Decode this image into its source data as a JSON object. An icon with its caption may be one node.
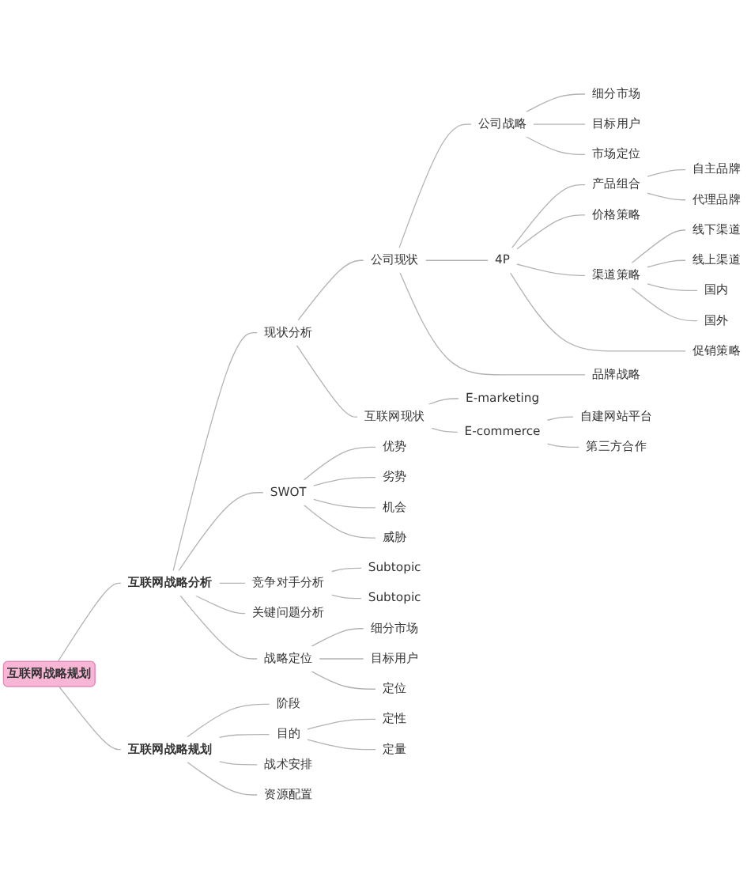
{
  "diagram": {
    "nodes": [
      {
        "text": [
          "互联网战略规划"
        ]
      },
      {
        "text": [
          "互联网战略分析"
        ]
      },
      {
        "text": [
          "现状分析"
        ]
      },
      {
        "text": [
          "公司现状"
        ]
      },
      {
        "text": [
          "公司战略"
        ]
      },
      {
        "text": [
          "细分市场"
        ]
      },
      {
        "text": [
          "目标用户"
        ]
      },
      {
        "text": [
          "市场定位"
        ]
      },
      {
        "text": [
          "4P"
        ]
      },
      {
        "text": [
          "产品组合"
        ]
      },
      {
        "text": [
          "自主品牌"
        ]
      },
      {
        "text": [
          "代理品牌"
        ]
      },
      {
        "text": [
          "价格策略"
        ]
      },
      {
        "text": [
          "渠道策略"
        ]
      },
      {
        "text": [
          "线下渠道"
        ]
      },
      {
        "text": [
          "线上渠道"
        ]
      },
      {
        "text": [
          "国内"
        ]
      },
      {
        "text": [
          "国外"
        ]
      },
      {
        "text": [
          "促销策略"
        ]
      },
      {
        "text": [
          "品牌战略"
        ]
      },
      {
        "text": [
          "互联网现状"
        ]
      },
      {
        "text": [
          "E-marketing"
        ]
      },
      {
        "text": [
          "E-commerce"
        ]
      },
      {
        "text": [
          "自建网站平台"
        ]
      },
      {
        "text": [
          "第三方合作"
        ]
      },
      {
        "text": [
          "SWOT"
        ]
      },
      {
        "text": [
          "优势"
        ]
      },
      {
        "text": [
          "劣势"
        ]
      },
      {
        "text": [
          "机会"
        ]
      },
      {
        "text": [
          "威胁"
        ]
      },
      {
        "text": [
          "竞争对手分析"
        ]
      },
      {
        "text": [
          "Subtopic"
        ]
      },
      {
        "text": [
          "Subtopic"
        ]
      },
      {
        "text": [
          "关键问题分析"
        ]
      },
      {
        "text": [
          "战略定位"
        ]
      },
      {
        "text": [
          "细分市场"
        ]
      },
      {
        "text": [
          "目标用户"
        ]
      },
      {
        "text": [
          "定位"
        ]
      },
      {
        "text": [
          "互联网战略规划"
        ]
      },
      {
        "text": [
          "阶段"
        ]
      },
      {
        "text": [
          "目的"
        ]
      },
      {
        "text": [
          "定性"
        ]
      },
      {
        "text": [
          "定量"
        ]
      },
      {
        "text": [
          "战术安排"
        ]
      },
      {
        "text": [
          "资源配置"
        ]
      }
    ],
    "edges": [
      {
        "from": 0,
        "to": 1,
        "arrow": "none"
      },
      {
        "from": 1,
        "to": 2,
        "arrow": "none"
      },
      {
        "from": 2,
        "to": 3,
        "arrow": "none"
      },
      {
        "from": 3,
        "to": 4,
        "arrow": "none"
      },
      {
        "from": 4,
        "to": 5,
        "arrow": "none"
      },
      {
        "from": 4,
        "to": 6,
        "arrow": "none"
      },
      {
        "from": 4,
        "to": 7,
        "arrow": "none"
      },
      {
        "from": 3,
        "to": 8,
        "arrow": "none"
      },
      {
        "from": 8,
        "to": 9,
        "arrow": "none"
      },
      {
        "from": 9,
        "to": 10,
        "arrow": "none"
      },
      {
        "from": 9,
        "to": 11,
        "arrow": "none"
      },
      {
        "from": 8,
        "to": 12,
        "arrow": "none"
      },
      {
        "from": 8,
        "to": 13,
        "arrow": "none"
      },
      {
        "from": 13,
        "to": 14,
        "arrow": "none"
      },
      {
        "from": 13,
        "to": 15,
        "arrow": "none"
      },
      {
        "from": 13,
        "to": 16,
        "arrow": "none"
      },
      {
        "from": 13,
        "to": 17,
        "arrow": "none"
      },
      {
        "from": 8,
        "to": 18,
        "arrow": "none"
      },
      {
        "from": 3,
        "to": 19,
        "arrow": "none"
      },
      {
        "from": 2,
        "to": 20,
        "arrow": "none"
      },
      {
        "from": 20,
        "to": 21,
        "arrow": "none"
      },
      {
        "from": 20,
        "to": 22,
        "arrow": "none"
      },
      {
        "from": 22,
        "to": 23,
        "arrow": "none"
      },
      {
        "from": 22,
        "to": 24,
        "arrow": "none"
      },
      {
        "from": 1,
        "to": 25,
        "arrow": "none"
      },
      {
        "from": 25,
        "to": 26,
        "arrow": "none"
      },
      {
        "from": 25,
        "to": 27,
        "arrow": "none"
      },
      {
        "from": 25,
        "to": 28,
        "arrow": "none"
      },
      {
        "from": 25,
        "to": 29,
        "arrow": "none"
      },
      {
        "from": 1,
        "to": 30,
        "arrow": "none"
      },
      {
        "from": 30,
        "to": 31,
        "arrow": "none"
      },
      {
        "from": 30,
        "to": 32,
        "arrow": "none"
      },
      {
        "from": 1,
        "to": 33,
        "arrow": "none"
      },
      {
        "from": 1,
        "to": 34,
        "arrow": "none"
      },
      {
        "from": 34,
        "to": 35,
        "arrow": "none"
      },
      {
        "from": 34,
        "to": 36,
        "arrow": "none"
      },
      {
        "from": 34,
        "to": 37,
        "arrow": "none"
      },
      {
        "from": 0,
        "to": 38,
        "arrow": "none"
      },
      {
        "from": 38,
        "to": 39,
        "arrow": "none"
      },
      {
        "from": 38,
        "to": 40,
        "arrow": "none"
      },
      {
        "from": 40,
        "to": 41,
        "arrow": "none"
      },
      {
        "from": 40,
        "to": 42,
        "arrow": "none"
      },
      {
        "from": 38,
        "to": 43,
        "arrow": "none"
      },
      {
        "from": 38,
        "to": 44,
        "arrow": "none"
      }
    ]
  }
}
